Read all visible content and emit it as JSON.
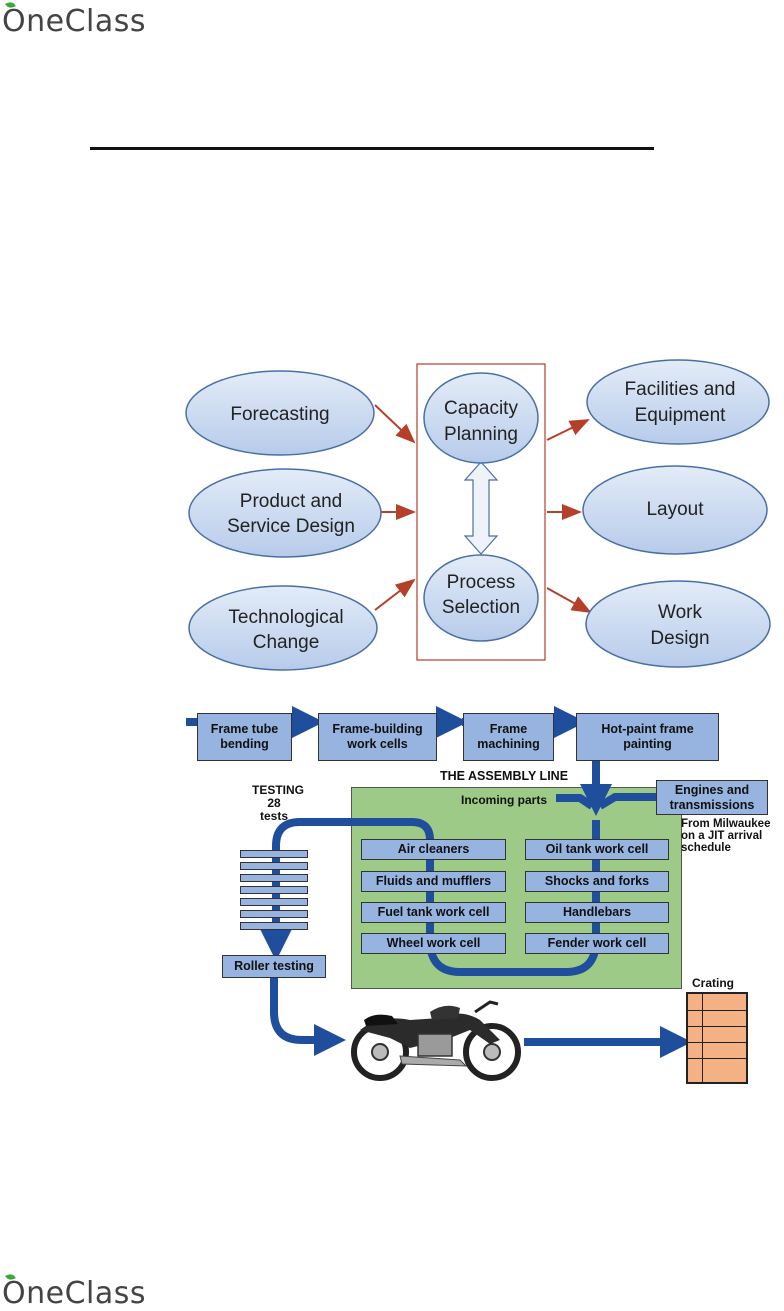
{
  "brand": {
    "logo_text": "OneClass"
  },
  "capacity_diagram": {
    "inputs": [
      {
        "line1": "Forecasting",
        "line2": ""
      },
      {
        "line1": "Product and",
        "line2": "Service Design"
      },
      {
        "line1": "Technological",
        "line2": "Change"
      }
    ],
    "center": [
      {
        "line1": "Capacity",
        "line2": "Planning"
      },
      {
        "line1": "Process",
        "line2": "Selection"
      }
    ],
    "outputs": [
      {
        "line1": "Facilities and",
        "line2": "Equipment"
      },
      {
        "line1": "Layout",
        "line2": ""
      },
      {
        "line1": "Work",
        "line2": "Design"
      }
    ],
    "colors": {
      "oval_fill": "#c9d9ef",
      "oval_stroke": "#4a6fa5",
      "arrow": "#b5402a",
      "frame": "#b5402a"
    }
  },
  "assembly_diagram": {
    "top_steps": [
      "Frame tube bending",
      "Frame-building work cells",
      "Frame machining",
      "Hot-paint frame painting"
    ],
    "assembly_title": "THE ASSEMBLY LINE",
    "incoming_parts": "Incoming parts",
    "engines": "Engines and transmissions",
    "milwaukee_note": [
      "From Milwaukee",
      "on a JIT arrival",
      "schedule"
    ],
    "testing": [
      "TESTING",
      "28 tests"
    ],
    "left_cells": [
      "Air cleaners",
      "Fluids and mufflers",
      "Fuel tank work cell",
      "Wheel work cell"
    ],
    "right_cells": [
      "Oil tank work cell",
      "Shocks and forks",
      "Handlebars",
      "Fender work cell"
    ],
    "roller_testing": "Roller testing",
    "crating": "Crating",
    "colors": {
      "box_fill": "#97b3e0",
      "arrow": "#1f4e9c",
      "assembly_area": "#9dcb87",
      "crate": "#f4b183"
    }
  }
}
